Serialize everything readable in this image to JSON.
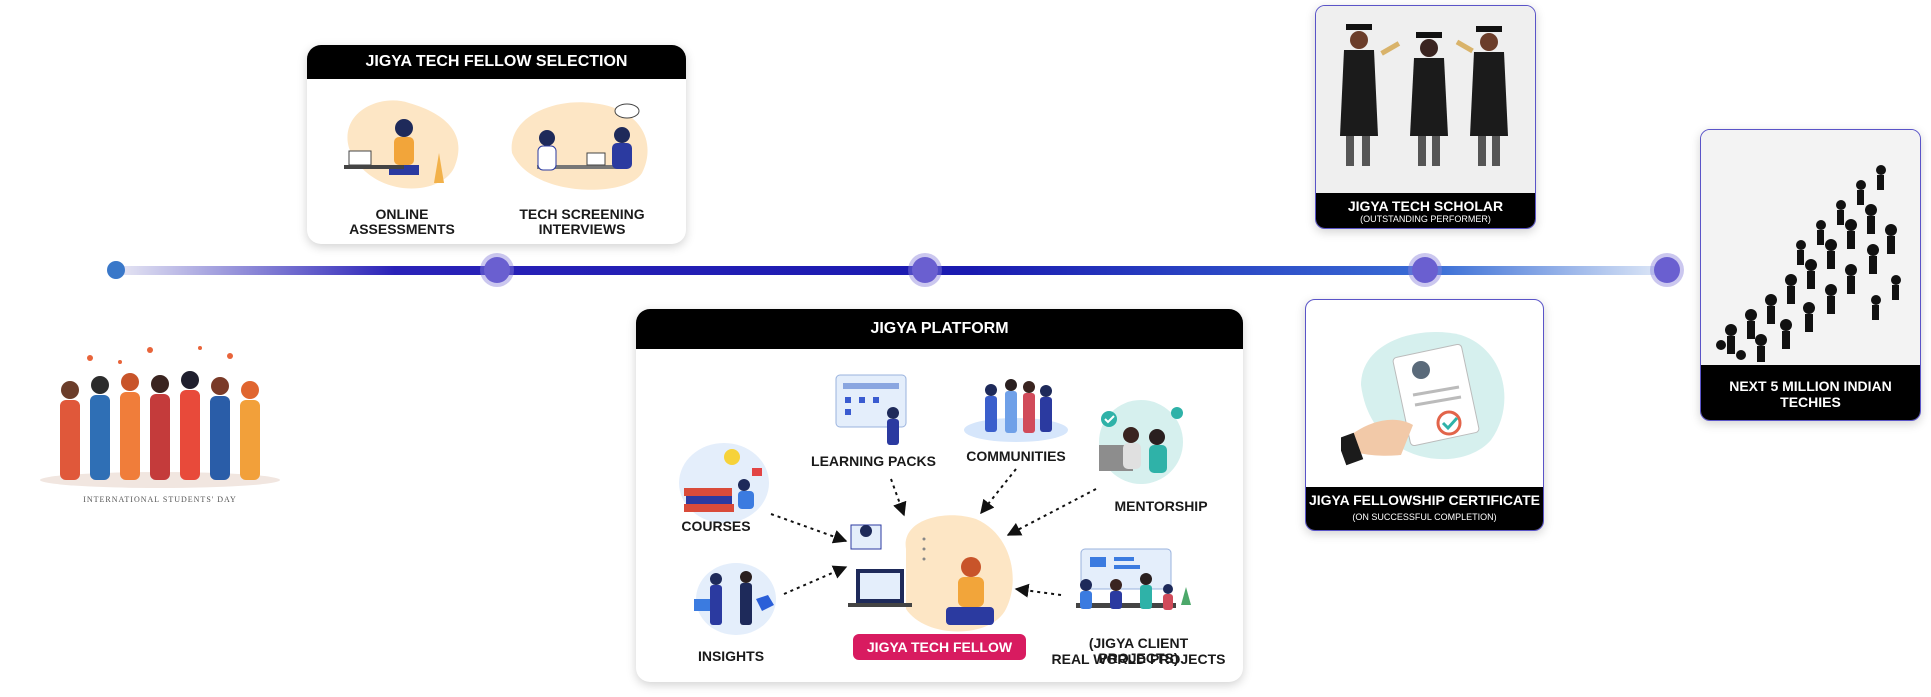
{
  "timeline": {
    "start_dot_color": "#3a78c9",
    "accent": "#1a1ab0"
  },
  "students": {
    "caption": "INTERNATIONAL STUDENTS' DAY"
  },
  "selection": {
    "title": "JIGYA TECH FELLOW SELECTION",
    "items": [
      "ONLINE ASSESSMENTS",
      "TECH SCREENING INTERVIEWS"
    ]
  },
  "platform": {
    "title": "JIGYA PLATFORM",
    "learning_packs": "LEARNING PACKS",
    "communities": "COMMUNITIES",
    "courses": "COURSES",
    "mentorship": "MENTORSHIP",
    "insights": "INSIGHTS",
    "projects_line1": "(JIGYA CLIENT PROJECTS)",
    "projects_line2": "REAL WORLD PROJECTS",
    "fellow_badge": "JIGYA TECH FELLOW",
    "badge_color": "#d81b60"
  },
  "scholar": {
    "title": "JIGYA TECH SCHOLAR",
    "subtitle": "(OUTSTANDING PERFORMER)"
  },
  "certificate": {
    "title": "JIGYA FELLOWSHIP CERTIFICATE",
    "subtitle": "(ON SUCCESSFUL COMPLETION)"
  },
  "techies": {
    "title_line1": "NEXT 5 MILLION INDIAN",
    "title_line2": "TECHIES"
  }
}
